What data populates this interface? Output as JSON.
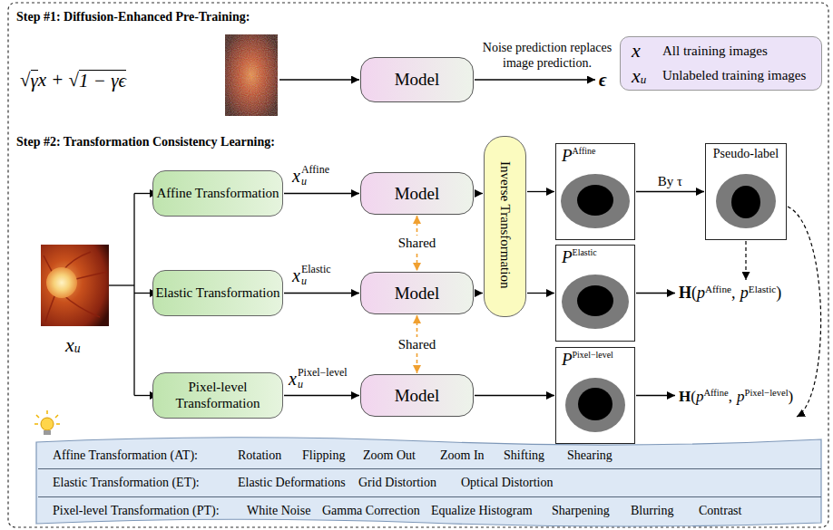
{
  "diagram": {
    "nodes": [
      {
        "text": [
          "Model"
        ]
      },
      {
        "text": [
          "x",
          "All training images",
          "x",
          "u",
          "Unlabeled training images"
        ]
      },
      {
        "text": [
          "Affine Transformation"
        ]
      },
      {
        "text": [
          "Model"
        ]
      },
      {
        "text": [
          "Inverse Transformation"
        ]
      },
      {
        "text": [
          "P",
          "Affine"
        ]
      },
      {
        "text": [
          "Pseudo-label"
        ]
      },
      {
        "text": [
          "Elastic Transformation"
        ]
      },
      {
        "text": [
          "Model"
        ]
      },
      {
        "text": [
          "P",
          "Elastic"
        ]
      },
      {
        "text": [
          "Pixel-level Transformation"
        ]
      },
      {
        "text": [
          "Model"
        ]
      },
      {
        "text": [
          "P",
          "Pixel−level"
        ]
      },
      {
        "text": [
          "Affine Transformation (AT):",
          "Rotation",
          "Flipping",
          "Zoom Out",
          "Zoom In",
          "Shifting",
          "Shearing"
        ]
      },
      {
        "text": [
          "Elastic Transformation (ET):",
          "Elastic Deformations",
          "Grid Distortion",
          "Optical Distortion"
        ]
      },
      {
        "text": [
          "Pixel-level Transformation (PT):",
          "White Noise",
          "Gamma Correction",
          "Equalize Histogram",
          "Sharpening",
          "Blurring",
          "Contrast"
        ]
      }
    ],
    "edges": [
      {
        "from": 2,
        "to": 3,
        "arrow": "to"
      },
      {
        "from": 3,
        "to": 8,
        "arrow": "both",
        "label": "Shared"
      },
      {
        "from": 3,
        "to": 4,
        "arrow": "to"
      },
      {
        "from": 4,
        "to": 5,
        "arrow": "to"
      },
      {
        "from": 5,
        "to": 6,
        "arrow": "to",
        "label": "By τ"
      },
      {
        "from": 7,
        "to": 8,
        "arrow": "to"
      },
      {
        "from": 8,
        "to": 11,
        "arrow": "both",
        "label": "Shared"
      },
      {
        "from": 8,
        "to": 4,
        "arrow": "to"
      },
      {
        "from": 4,
        "to": 9,
        "arrow": "to"
      },
      {
        "from": 10,
        "to": 11,
        "arrow": "to"
      },
      {
        "from": 11,
        "to": 12,
        "arrow": "to"
      }
    ],
    "labels": [
      "Step #1: Diffusion-Enhanced Pre-Training:",
      "√",
      "γ",
      "x",
      "+",
      "√",
      "1 − γϵ",
      "Noise prediction replaces image prediction.",
      "ϵ",
      "Step #2: Transformation Consistency Learning:",
      "x",
      "u",
      "x",
      "u",
      "Affine",
      "x",
      "u",
      "Elastic",
      "x",
      "u",
      "Pixel−level",
      "H",
      "(",
      "p",
      "Affine",
      ",",
      "p",
      "Elastic",
      ")",
      "H",
      "(",
      "p",
      "Affine",
      ",",
      "p",
      "Pixel−level",
      ")"
    ]
  }
}
